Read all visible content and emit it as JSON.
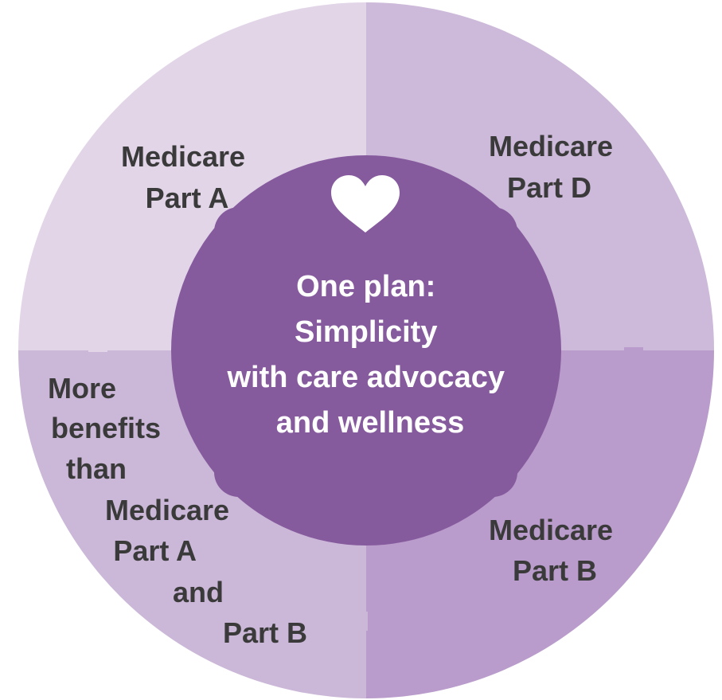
{
  "colors": {
    "quadrant_top_left": "#e2d5e8",
    "quadrant_top_right": "#cdb9d9",
    "quadrant_bottom_left": "#cbb7d7",
    "quadrant_bottom_right": "#b99ccb",
    "center": "#865b9e",
    "heart": "#ffffff",
    "label_text": "#3a3a3a",
    "center_text": "#ffffff"
  },
  "icons": {
    "center_icon": "heart-icon"
  },
  "pieces": {
    "top_left": {
      "lines": [
        "Medicare",
        "Part A"
      ]
    },
    "top_right": {
      "lines": [
        "Medicare",
        "Part D"
      ]
    },
    "bottom_right": {
      "lines": [
        "Medicare",
        "Part B"
      ]
    },
    "bottom_left": {
      "lines": [
        "More",
        "benefits",
        "than",
        "Medicare",
        "Part A",
        "and",
        "Part B"
      ]
    }
  },
  "center": {
    "lines": [
      "One plan:",
      "Simplicity",
      "with care advocacy",
      "and wellness"
    ]
  }
}
